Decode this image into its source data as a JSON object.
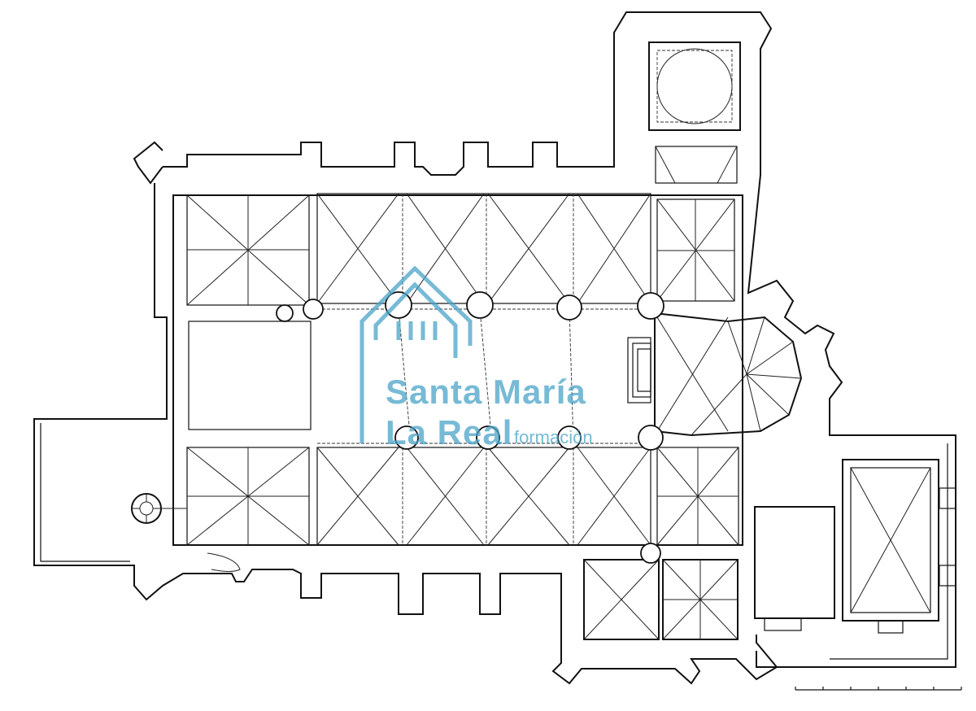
{
  "watermark": {
    "line1": "Santa María",
    "line2": "La Real",
    "line3": "formación"
  },
  "colors": {
    "ink": "#111111",
    "watermark": "#4aa3c7",
    "background": "#ffffff"
  },
  "scale_bar": {
    "divisions": 6
  }
}
